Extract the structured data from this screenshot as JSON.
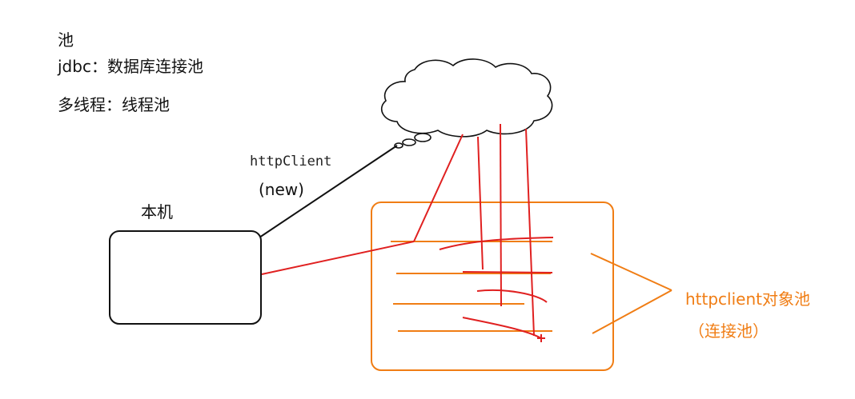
{
  "notes": {
    "line1": "池",
    "line2": "jdbc：数据库连接池",
    "line3": "多线程：线程池"
  },
  "labels": {
    "client_call": "httpClient",
    "client_new": "(new)",
    "local_machine": "本机",
    "pool_title": "httpclient对象池",
    "pool_subtitle": "（连接池）"
  },
  "colors": {
    "pool": "#f07d14",
    "connection_lines": "#e02020",
    "ink": "#111111"
  }
}
